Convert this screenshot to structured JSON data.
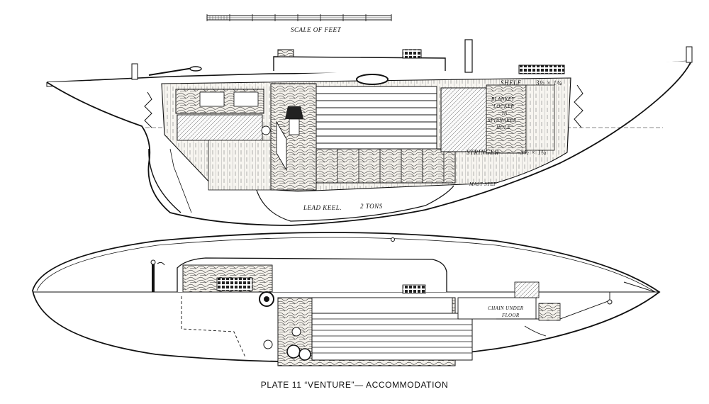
{
  "scale_label": "SCALE OF FEET",
  "labels": {
    "shelf": "SHELF",
    "shelf_dim": "3½ × 1¼",
    "stringer": "STRINGER",
    "stringer_dim": "3½ × 1¼",
    "blanket_locker": "BLANKET",
    "locker_line2": "LOCKER",
    "locker_line3": "IN",
    "locker_line4": "SPINNAKER",
    "locker_line5": "HOLE",
    "mast_step": "MAST STEP",
    "lead_keel": "LEAD KEEL.",
    "keel_weight": "2 TONS",
    "chain_under": "CHAIN UNDER",
    "floor": "FLOOR"
  },
  "caption": "PLATE 11 “VENTURE”— ACCOMMODATION"
}
